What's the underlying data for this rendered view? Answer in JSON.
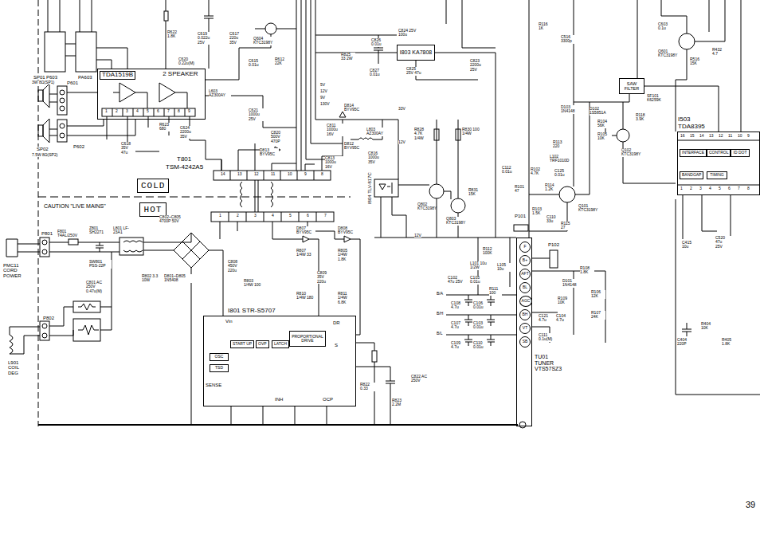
{
  "diagram": {
    "nodes": [
      {
        "text": [
          "TDA1519B",
          "2 SPEAKER"
        ]
      },
      {
        "text": [
          "COLD"
        ]
      },
      {
        "text": [
          "HOT"
        ]
      },
      {
        "text": [
          "I801 STR-S5707"
        ]
      },
      {
        "text": [
          "START UP"
        ],
        "in": 3
      },
      {
        "text": [
          "OVP"
        ],
        "in": 3
      },
      {
        "text": [
          "LATCH"
        ],
        "in": 3
      },
      {
        "text": [
          "PROPORTIONAL DRIVE"
        ],
        "in": 3
      },
      {
        "text": [
          "OSC"
        ],
        "in": 3
      },
      {
        "text": [
          "TSD"
        ],
        "in": 3
      },
      {
        "text": [
          "I803 KA7808"
        ]
      },
      {
        "text": [
          "SAW FILTER"
        ]
      },
      {
        "text": [
          "TU01 TUNER VTS57SZ3"
        ]
      },
      {
        "text": [
          "F"
        ],
        "in": 12
      },
      {
        "text": [
          "B+"
        ],
        "in": 12
      },
      {
        "text": [
          "AFT"
        ],
        "in": 12
      },
      {
        "text": [
          "BL"
        ],
        "in": 12
      },
      {
        "text": [
          "AGC"
        ],
        "in": 12
      },
      {
        "text": [
          "BH"
        ],
        "in": 12
      },
      {
        "text": [
          "VT"
        ],
        "in": 12
      },
      {
        "text": [
          "SB"
        ],
        "in": 12
      },
      {
        "text": [
          "I503",
          "TDA8395"
        ]
      },
      {
        "text": [
          "INTERFACE"
        ],
        "in": 21
      },
      {
        "text": [
          "CONTROL"
        ],
        "in": 21
      },
      {
        "text": [
          "ID DOT"
        ],
        "in": 21
      },
      {
        "text": [
          "BANDGAP"
        ],
        "in": 21
      },
      {
        "text": [
          "TIMING"
        ],
        "in": 21
      }
    ],
    "edges": [
      {
        "from": 11,
        "to": 21,
        "arrow": "none"
      }
    ],
    "labels": [
      "SP01",
      "3W 8Ω(SP1)",
      "P601",
      "SP02",
      "7.5W 8Ω(SP2)",
      "P602",
      "P603",
      "PA603",
      "C620 0.22u(M)",
      "R622 1.8K",
      "C619 0.022u 25V",
      "C617 220u 35V",
      "Q604 KTC3198Y",
      "C615 0.01u",
      "R612 22K",
      "L603 AZ300AY",
      "C621 1000u 25V",
      "C618 35V 47u",
      "R623 680",
      "C624 2200u 35V",
      "T801",
      "TSM-4242A5",
      "CAUTION \"LIVE MAINS\"",
      "P801",
      "F801 T4AL/250V",
      "Z801 SH2271",
      "L801 LF-23A1",
      "SW801 PSS-22P",
      "C802~C805 4700P 50V",
      "C801 AC 250V 0.47u(M)",
      "R802 3.3 10W",
      "D801~D805 1N5408",
      "C808 450V 220u",
      "R803 1/4W 100",
      "PMC11 CORD POWER",
      "P802",
      "L901 COIL DEG",
      "D813 BYV95C",
      "C820 500V 470P",
      "D814 BYV95C",
      "C811 1000u 16V",
      "L803 AZ300AY",
      "D812 BYV95C",
      "C813 1000u 16V",
      "C816 1000u 35V",
      "R825 33 2W",
      "C826 0.01u",
      "C824 25V 100u",
      "C823 2200u 25V",
      "C827 0.01u",
      "C825 25V 47u",
      "R828 4.7K 1/4W",
      "R830 100 1/4W",
      "R831 15K",
      "Q802 KTC3198Y",
      "Q803 KTC3198Y",
      "I804 TLV-817C",
      "D807 BYV95C",
      "D808 BYV95C",
      "R807 1/4W 33",
      "R805 1/4W 1.8K",
      "C809 35V 220u",
      "R810 1/4W 180",
      "R811 1/4W 6.8K",
      "Vin",
      "SENSE",
      "DR",
      "S",
      "INH",
      "OCP",
      "R822 0.33",
      "C822 AC 250V",
      "R823 2.2M",
      "5V",
      "12V",
      "9V",
      "130V",
      "33V",
      "12V",
      "12V",
      "B/A",
      "B/H",
      "B/L",
      "R112 100K",
      "L101 10u 1/2W",
      "L105 10u",
      "C102 47u 25V",
      "C105 0.01u",
      "R111 100",
      "C108 4.7u",
      "C106 0.01u",
      "C107 4.7u",
      "C103 0.01u",
      "C109 4.7u",
      "C110 0.01u",
      "P101",
      "P102",
      "R108 1.8K",
      "D101 1N4148",
      "R109 10K",
      "R106 12K",
      "C121 4.7u",
      "C104 4.7u",
      "R107 24K",
      "C111 0.1u(M)",
      "D103 1N4148",
      "D102 1S5851A",
      "R104 56K",
      "R105 10K",
      "Q102 KTC3198Y",
      "R118 3.9K",
      "R113 220",
      "L102 TRF1010D",
      "C112 0.01u",
      "R102 4.7K",
      "C125 0.01u",
      "R101 47",
      "R114 1.2K",
      "Q101 KTC3198Y",
      "R103 1.5K",
      "C110 33u",
      "R115 27",
      "SF101 K6259K",
      "R116 1K",
      "C516 3300p",
      "C603 0.1u",
      "Q601 KTC3198Y",
      "R516 15K",
      "R432 4.7",
      "C415 10u",
      "C520 47u 25V",
      "R404 10K",
      "C404 220P",
      "R405 1.8K",
      "39",
      "1",
      "2",
      "3",
      "4",
      "5",
      "6",
      "7",
      "8",
      "9",
      "14",
      "13",
      "12",
      "11",
      "10",
      "9",
      "8",
      "1",
      "2",
      "3",
      "4",
      "5",
      "6",
      "7",
      "16",
      "15",
      "14",
      "13",
      "12",
      "11",
      "10",
      "9",
      "1",
      "2",
      "3",
      "4",
      "5",
      "6",
      "7",
      "8"
    ]
  }
}
